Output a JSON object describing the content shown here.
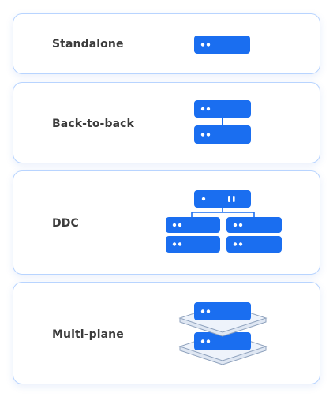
{
  "topologies": [
    {
      "label": "Standalone",
      "icon": "single-server-icon"
    },
    {
      "label": "Back-to-back",
      "icon": "two-servers-linked-icon"
    },
    {
      "label": "DDC",
      "icon": "server-tree-icon"
    },
    {
      "label": "Multi-plane",
      "icon": "stacked-planes-servers-icon"
    }
  ],
  "colors": {
    "card_border": "#b8d4ff",
    "server_fill": "#1a6ef0",
    "server_dot": "#ffffff",
    "connector": "#1a6ef0",
    "plane_fill": "#eef3fb",
    "plane_stroke": "#8fa2bd"
  }
}
